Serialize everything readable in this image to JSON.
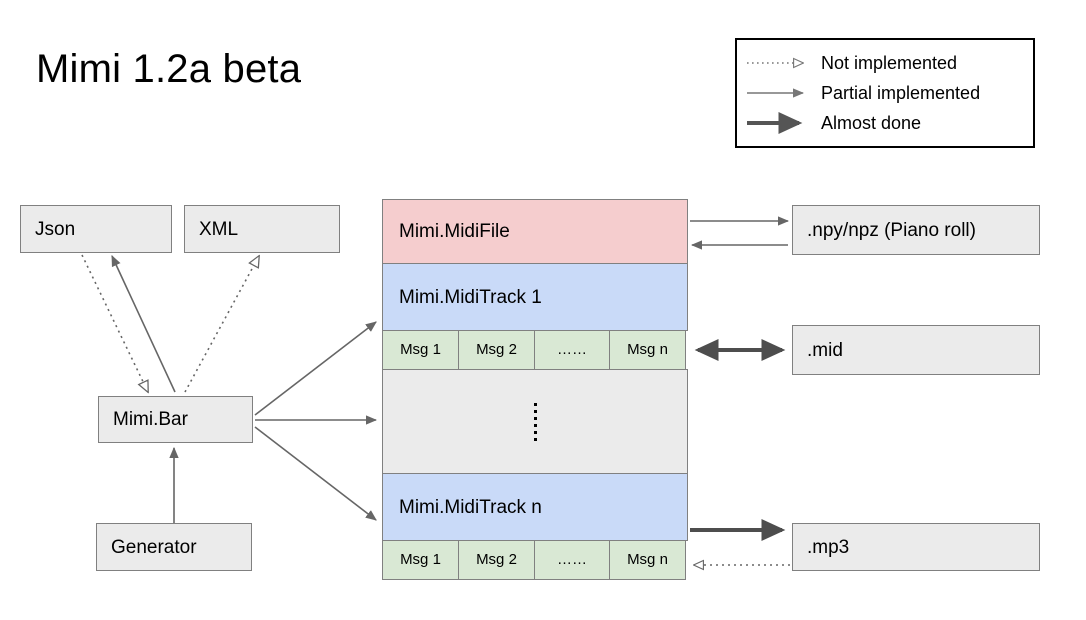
{
  "title": "Mimi 1.2a beta",
  "legend": {
    "items": [
      {
        "label": "Not implemented",
        "style": "dotted-hollow-arrow"
      },
      {
        "label": "Partial implemented",
        "style": "thin-solid-arrow"
      },
      {
        "label": "Almost done",
        "style": "thick-solid-arrow"
      }
    ]
  },
  "nodes": {
    "json": {
      "label": "Json"
    },
    "xml": {
      "label": "XML"
    },
    "mimibar": {
      "label": "Mimi.Bar"
    },
    "generator": {
      "label": "Generator"
    },
    "npy": {
      "label": ".npy/npz (Piano roll)"
    },
    "mid": {
      "label": ".mid"
    },
    "mp3": {
      "label": ".mp3"
    }
  },
  "stack": {
    "midifile": {
      "label": "Mimi.MidiFile"
    },
    "track1": {
      "label": "Mimi.MidiTrack 1"
    },
    "trackn": {
      "label": "Mimi.MidiTrack n"
    },
    "messages": [
      "Msg 1",
      "Msg 2",
      "……",
      "Msg n"
    ],
    "ellipsis": "vertical-ellipsis"
  },
  "colors": {
    "pink": "#f5cdce",
    "blue": "#c9daf8",
    "green": "#d9e8d4",
    "gray": "#ebebeb",
    "border": "#808080",
    "edge": "#666666",
    "edge_strong": "#4d4d4d"
  }
}
